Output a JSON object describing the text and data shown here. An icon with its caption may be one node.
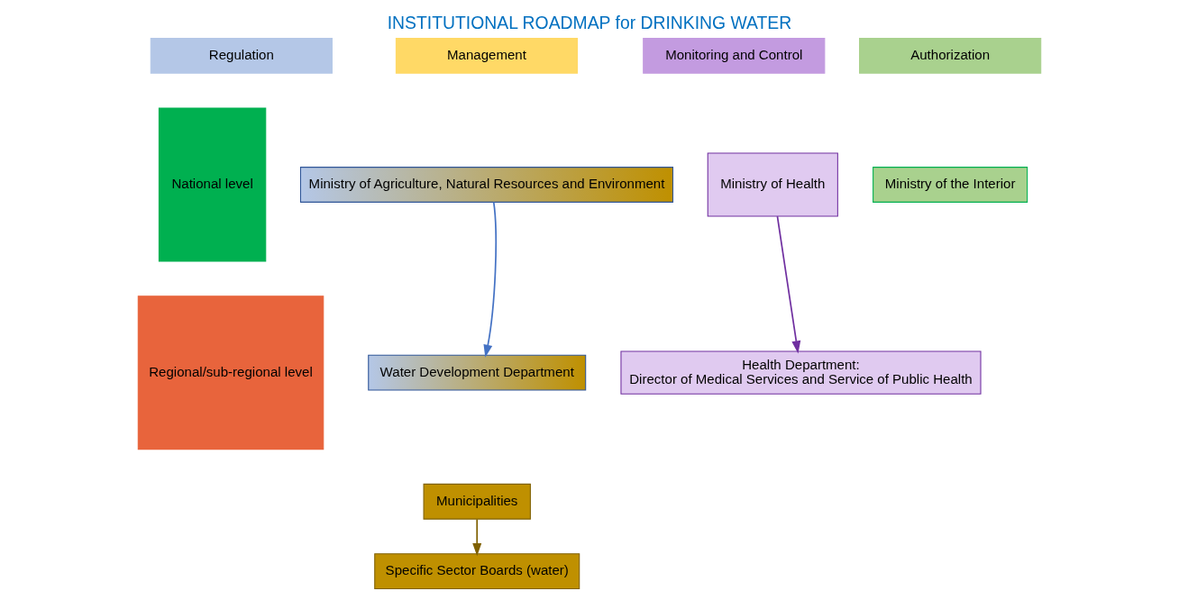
{
  "diagram": {
    "title": "INSTITUTIONAL ROADMAP for DRINKING WATER",
    "nodes": [
      {
        "text": [
          "Regulation"
        ]
      },
      {
        "text": [
          "Management"
        ]
      },
      {
        "text": [
          "Monitoring and Control"
        ]
      },
      {
        "text": [
          "Authorization"
        ]
      },
      {
        "text": [
          "National level"
        ]
      },
      {
        "text": [
          "Regional/sub-regional level"
        ]
      },
      {
        "text": [
          "Ministry of Health"
        ]
      },
      {
        "text": [
          "Ministry of the Interior"
        ]
      },
      {
        "text": [
          "Ministry of Agriculture, Natural Resources and Environment"
        ]
      },
      {
        "text": [
          "Water Development Department"
        ]
      },
      {
        "text": [
          "Health Department:",
          "Director of Medical Services and Service of Public Health"
        ]
      },
      {
        "text": [
          "Municipalities"
        ]
      },
      {
        "text": [
          "Specific Sector Boards (water)"
        ]
      }
    ],
    "edges": [
      {
        "from": 8,
        "to": 9,
        "arrow": "to",
        "color": "#4472c4"
      },
      {
        "from": 6,
        "to": 10,
        "arrow": "to",
        "color": "#7030a0"
      },
      {
        "from": 11,
        "to": 12,
        "arrow": "to",
        "color": "#7f6000"
      }
    ]
  }
}
